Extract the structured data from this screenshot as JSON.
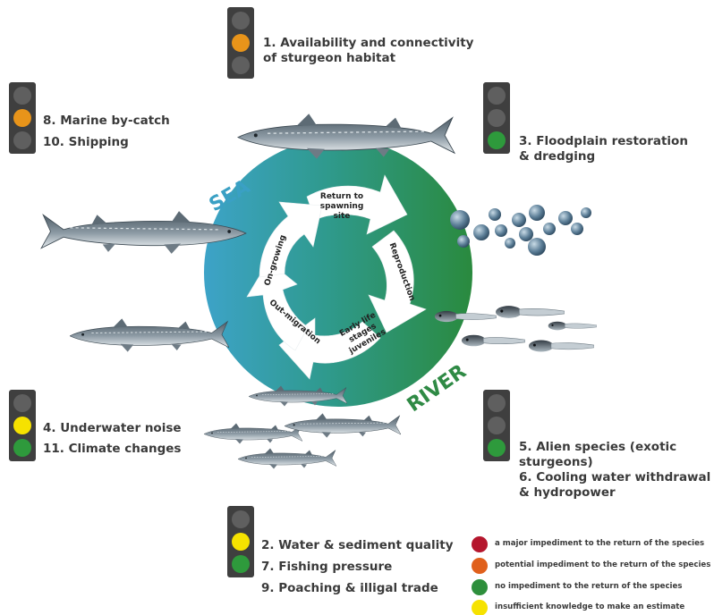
{
  "diagram": {
    "sea_label": "SEA",
    "river_label": "RIVER",
    "cycle_steps": [
      "Return to spawning site",
      "Reproduction",
      "Early life stages juveniles",
      "Out-migration",
      "On-growing"
    ]
  },
  "indicators": [
    {
      "lamps": [
        "#5f5f5f",
        "#e8941a",
        "#5f5f5f"
      ],
      "lines": [
        "1. Availability and connectivity",
        "of sturgeon habitat"
      ]
    },
    {
      "lamps": [
        "#5f5f5f",
        "#e8941a",
        "#5f5f5f"
      ],
      "lines": [
        "8. Marine by-catch",
        "10. Shipping"
      ]
    },
    {
      "lamps": [
        "#5f5f5f",
        "#5f5f5f",
        "#2e9a3c"
      ],
      "lines": [
        "3. Floodplain restoration",
        "& dredging"
      ]
    },
    {
      "lamps": [
        "#5f5f5f",
        "#f6e200",
        "#2e9a3c"
      ],
      "lines": [
        "4. Underwater noise",
        "11. Climate changes"
      ]
    },
    {
      "lamps": [
        "#5f5f5f",
        "#5f5f5f",
        "#2e9a3c"
      ],
      "lines": [
        "5. Alien species (exotic",
        "sturgeons)",
        "6. Cooling water withdrawal",
        "& hydropower"
      ]
    },
    {
      "lamps": [
        "#5f5f5f",
        "#f6e200",
        "#2e9a3c"
      ],
      "lines": [
        "2. Water & sediment quality",
        "7. Fishing pressure",
        "9. Poaching & illigal trade"
      ]
    }
  ],
  "legend": [
    {
      "color": "#b5162d",
      "text": "a major impediment to the return of the species"
    },
    {
      "color": "#e0601c",
      "text": "potential impediment to the return of the species"
    },
    {
      "color": "#2e8f3c",
      "text": "no impediment to the return of the species"
    },
    {
      "color": "#f6e200",
      "text": "insufficient knowledge to make an estimate"
    }
  ],
  "colors": {
    "sea": "#3aa0c4",
    "river": "#2f8a45",
    "traffic_light_body": "#3f3f3f",
    "fish": "#6b7a86"
  }
}
